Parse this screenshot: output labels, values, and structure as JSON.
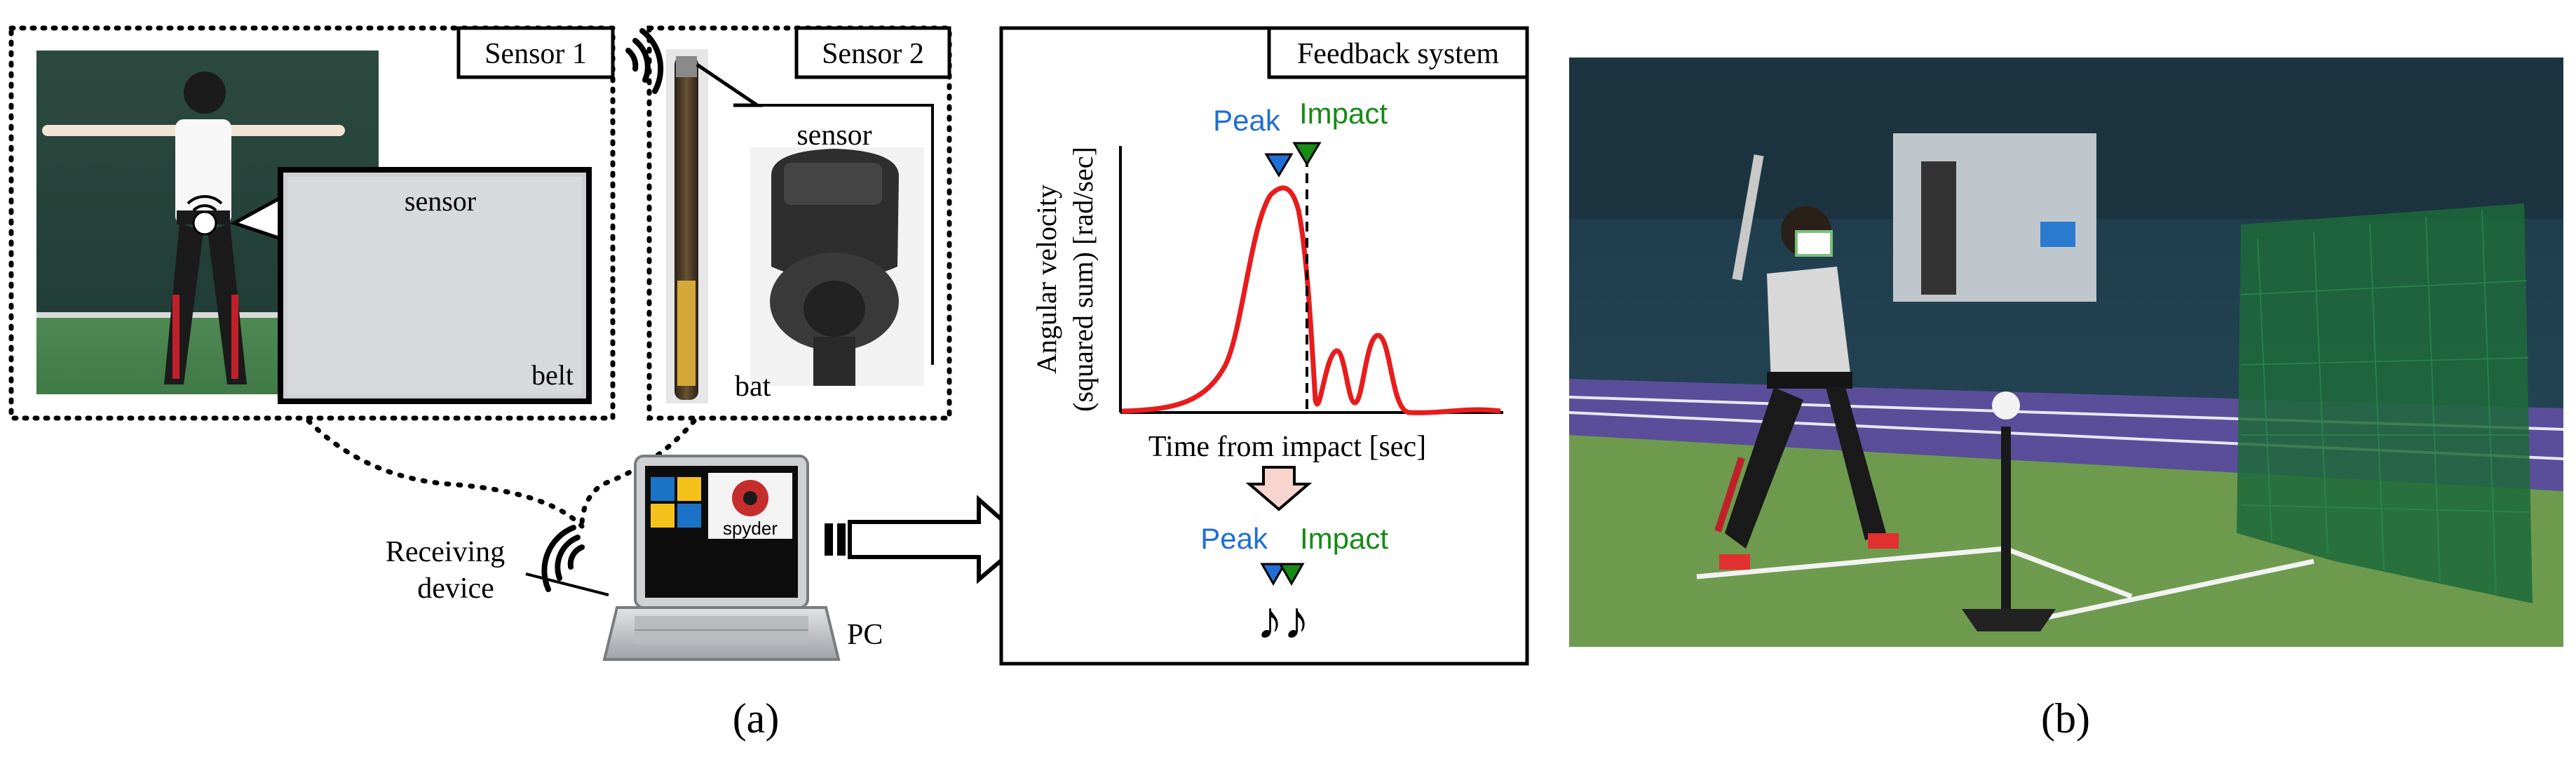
{
  "panel_a": {
    "label": "(a)",
    "sensor1": {
      "title": "Sensor 1",
      "inset_sensor": "sensor",
      "inset_belt": "belt"
    },
    "sensor2": {
      "title": "Sensor 2",
      "sensor_label": "sensor",
      "bat_label": "bat"
    },
    "receiver": {
      "line1": "Receiving",
      "line2": "device"
    },
    "pc": {
      "label": "PC",
      "app_name": "spyder"
    },
    "feedback": {
      "title": "Feedback system",
      "ylabel_line1": "Angular velocity",
      "ylabel_line2": "(squared sum) [rad/sec]",
      "xlabel": "Time from impact [sec]",
      "peak": "Peak",
      "impact": "Impact",
      "peak2": "Peak",
      "impact2": "Impact",
      "music_notes": "♪♪"
    }
  },
  "panel_b": {
    "label": "(b)"
  },
  "colors": {
    "peak": "#1f6fd6",
    "impact": "#178a17",
    "curve": "#e81c1c",
    "arrow_fill": "#f9d5d0"
  }
}
